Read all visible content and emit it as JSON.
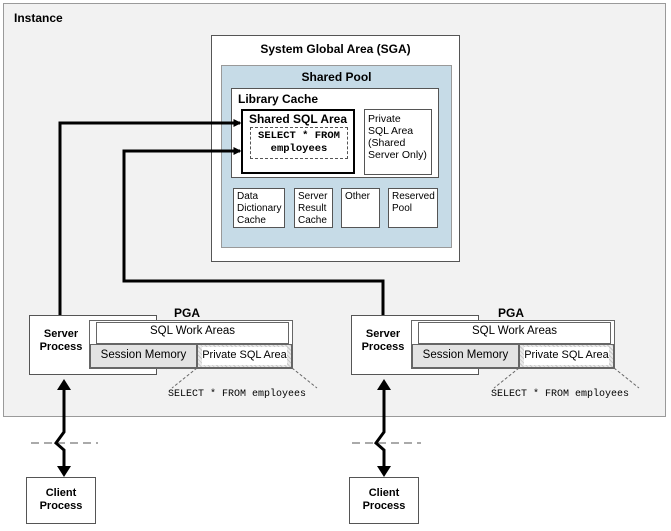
{
  "instance": {
    "label": "Instance"
  },
  "sga": {
    "label": "System Global Area (SGA)",
    "shared_pool": {
      "title": "Shared Pool",
      "library_cache": {
        "title": "Library Cache",
        "shared_sql_area": {
          "title": "Shared SQL Area",
          "statement_line1": "SELECT * FROM",
          "statement_line2": "employees"
        },
        "private_sql_area": {
          "line1": "Private",
          "line2": "SQL Area",
          "line3": "(Shared",
          "line4": "Server Only)"
        }
      },
      "caches": [
        {
          "line1": "Data",
          "line2": "Dictionary",
          "line3": "Cache"
        },
        {
          "line1": "Server",
          "line2": "Result",
          "line3": "Cache"
        },
        {
          "line1": "Other"
        },
        {
          "line1": "Reserved",
          "line2": "Pool"
        }
      ]
    }
  },
  "left_process": {
    "pga_label": "PGA",
    "server_line1": "Server",
    "server_line2": "Process",
    "sql_work_areas": "SQL Work Areas",
    "session_memory": "Session Memory",
    "private_sql_area": "Private SQL Area",
    "select_text": "SELECT * FROM employees",
    "client_line1": "Client",
    "client_line2": "Process"
  },
  "right_process": {
    "pga_label": "PGA",
    "server_line1": "Server",
    "server_line2": "Process",
    "sql_work_areas": "SQL Work Areas",
    "session_memory": "Session Memory",
    "private_sql_area": "Private SQL Area",
    "select_text": "SELECT * FROM employees",
    "client_line1": "Client",
    "client_line2": "Process"
  }
}
